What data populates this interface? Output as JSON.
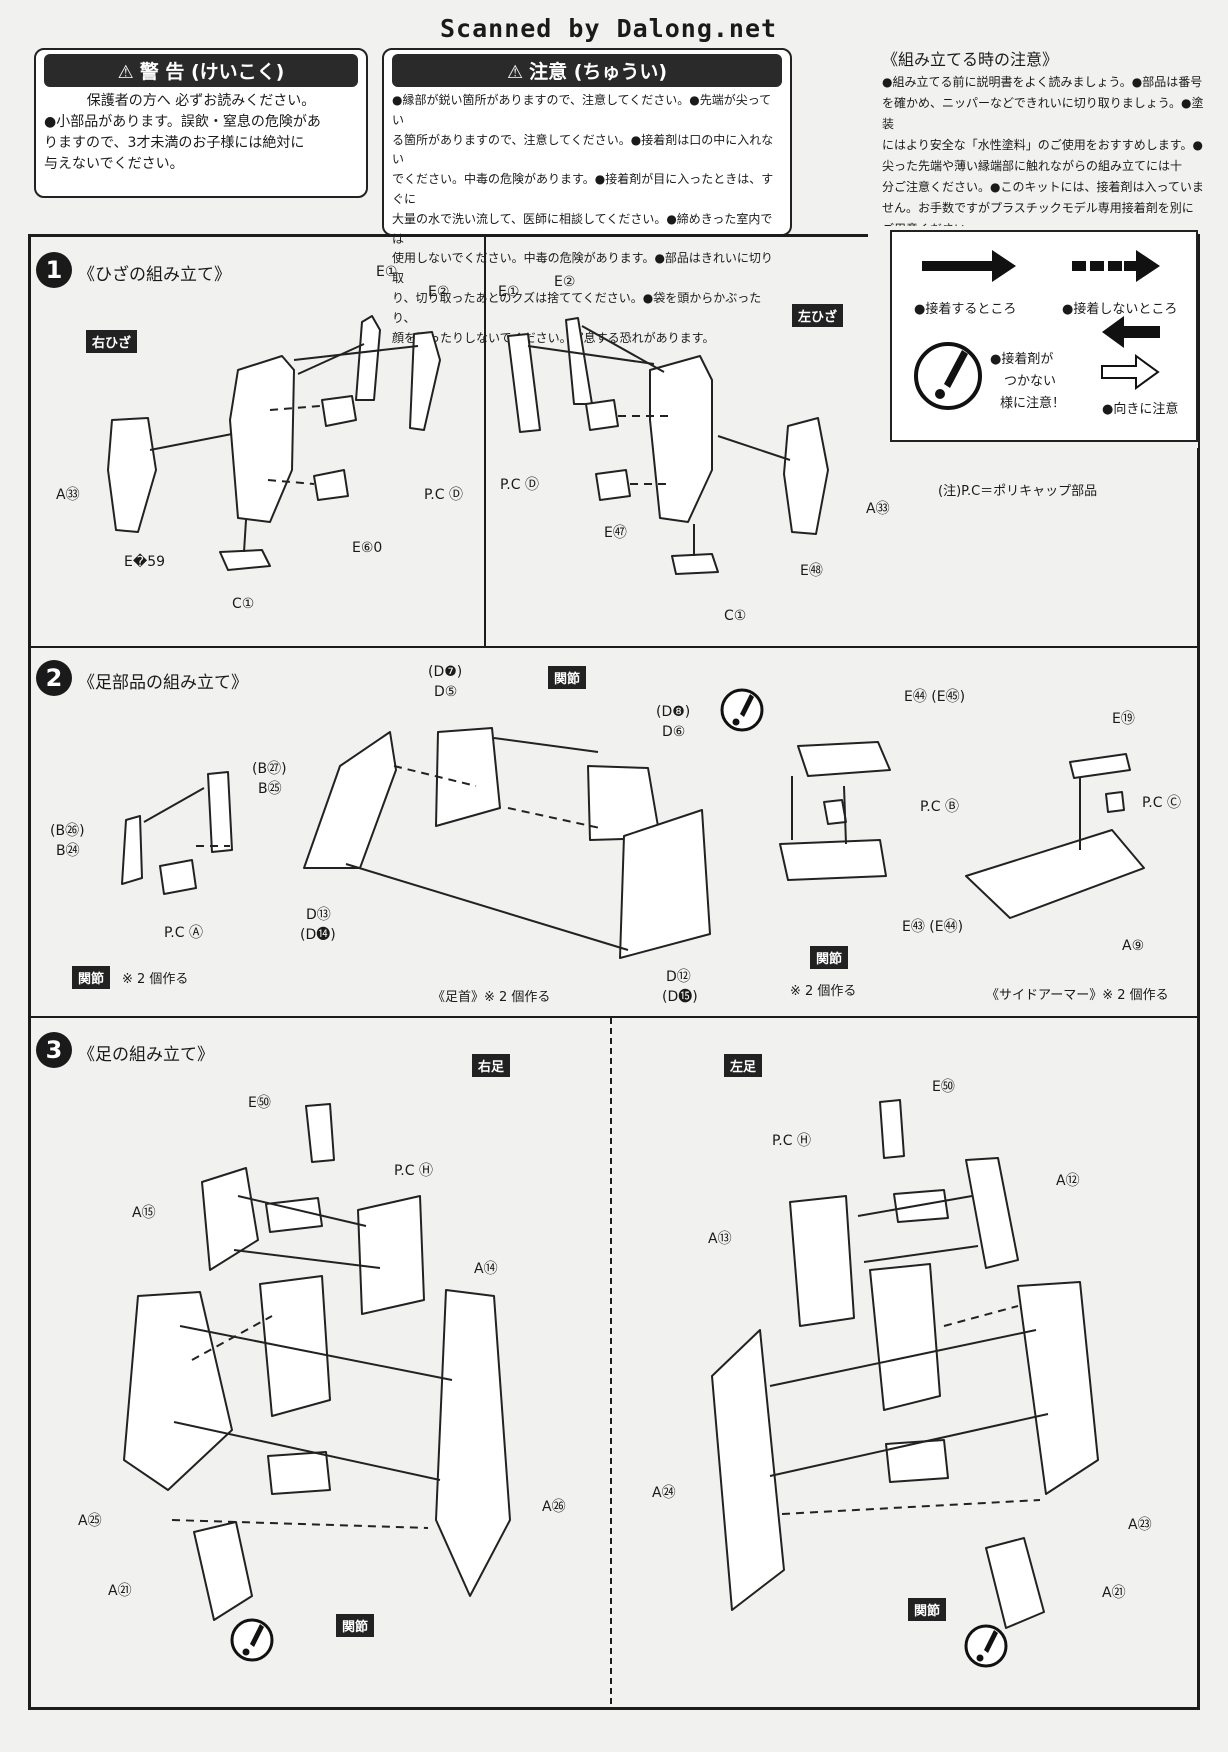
{
  "scan_credit": "Scanned by Dalong.net",
  "warning": {
    "title": "警 告 (けいこく)",
    "lines": [
      "保護者の方へ 必ずお読みください。",
      "●小部品があります。誤飲・窒息の危険があ",
      "りますので、3才未満のお子様には絶対に",
      "与えないでください。"
    ]
  },
  "caution": {
    "title": "注意 (ちゅうい)",
    "lines": [
      "●縁部が鋭い箇所がありますので、注意してください。●先端が尖ってい",
      "る箇所がありますので、注意してください。●接着剤は口の中に入れない",
      "でください。中毒の危険があります。●接着剤が目に入ったときは、すぐに",
      "大量の水で洗い流して、医師に相談してください。●締めきった室内では",
      "使用しないでください。中毒の危険があります。●部品はきれいに切り取",
      "り、切り取ったあとのクズは捨ててください。●袋を頭からかぶったり、",
      "顔を覆ったりしないでください。窒息する恐れがあります。"
    ]
  },
  "assembly_notes": {
    "title": "《組み立てる時の注意》",
    "lines": [
      "●組み立てる前に説明書をよく読みましょう。●部品は番号",
      "を確かめ、ニッパーなどできれいに切り取りましょう。●塗装",
      "にはより安全な「水性塗料」のご使用をおすすめします。●",
      "尖った先端や薄い縁端部に触れながらの組み立てには十",
      "分ご注意ください。●このキットには、接着剤は入っていま",
      "せん。お手数ですがプラスチックモデル専用接着剤を別に",
      "ご用意ください。"
    ]
  },
  "legend": {
    "glue": "●接着するところ",
    "no_glue": "●接着しないところ",
    "caution_glue": [
      "●接着剤が",
      "つかない",
      "様に注意！"
    ],
    "direction": "●向きに注意",
    "pc_note": "(注)P.C＝ポリキャップ部品"
  },
  "step1": {
    "number": "1",
    "title": "《ひざの組み立て》",
    "right_tag": "右ひざ",
    "left_tag": "左ひざ",
    "right_labels": [
      "E①",
      "E②",
      "A㉝",
      "E�59",
      "C①",
      "P.C Ⓓ",
      "E⑥0"
    ],
    "left_labels": [
      "E①",
      "E②",
      "P.C Ⓓ",
      "E㊼",
      "A㉝",
      "E㊽",
      "C①"
    ]
  },
  "step2": {
    "number": "2",
    "title": "《足部品の組み立て》",
    "joint": "関節",
    "labels_a": [
      "(B㉗)",
      "B㉕",
      "(B㉖)",
      "B㉔",
      "P.C Ⓐ"
    ],
    "caption_a": "※ 2 個作る",
    "labels_b": [
      "(D❼)",
      "D⑤",
      "(D❽)",
      "D⑥",
      "D⑬",
      "(D⓮)",
      "D⑫",
      "(D⓯)"
    ],
    "caption_b": "《足首》※ 2 個作る",
    "labels_c": [
      "E㊹ (E㊺)",
      "P.C Ⓑ",
      "E㊸ (E㊹)"
    ],
    "caption_c": "※ 2 個作る",
    "labels_d": [
      "E⑲",
      "P.C Ⓒ",
      "A⑨"
    ],
    "caption_d": "《サイドアーマー》※ 2 個作る"
  },
  "step3": {
    "number": "3",
    "title": "《足の組み立て》",
    "right_tag": "右足",
    "left_tag": "左足",
    "joint": "関節",
    "right_labels": [
      "E㊿",
      "P.C Ⓗ",
      "A⑮",
      "A⑭",
      "A㉕",
      "A㉖",
      "A㉑"
    ],
    "left_labels": [
      "E㊿",
      "P.C Ⓗ",
      "A⑫",
      "A⑬",
      "A㉔",
      "A㉓",
      "A㉑"
    ]
  }
}
